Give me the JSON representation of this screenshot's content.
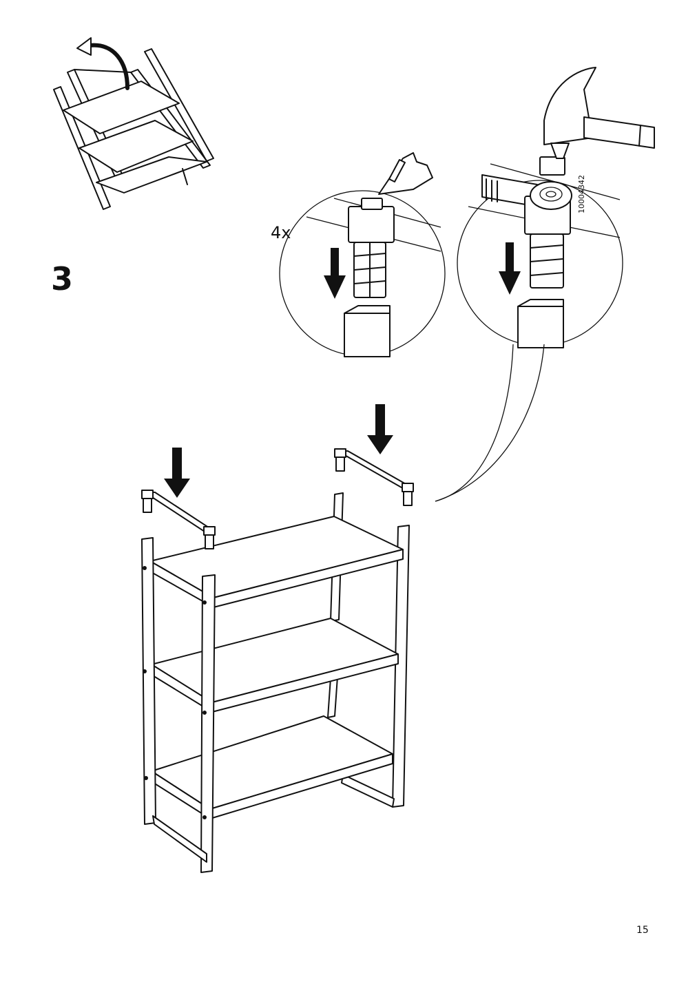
{
  "page": {
    "step_number": "3",
    "quantity_label": "4x",
    "part_code": "10004342",
    "page_number": "15"
  },
  "icons": {
    "rotate_instruction": "rotate-arrow-icon",
    "press_finger": "finger-press-icon",
    "hammer": "hammer-icon",
    "down_arrow": "down-arrow-icon"
  }
}
